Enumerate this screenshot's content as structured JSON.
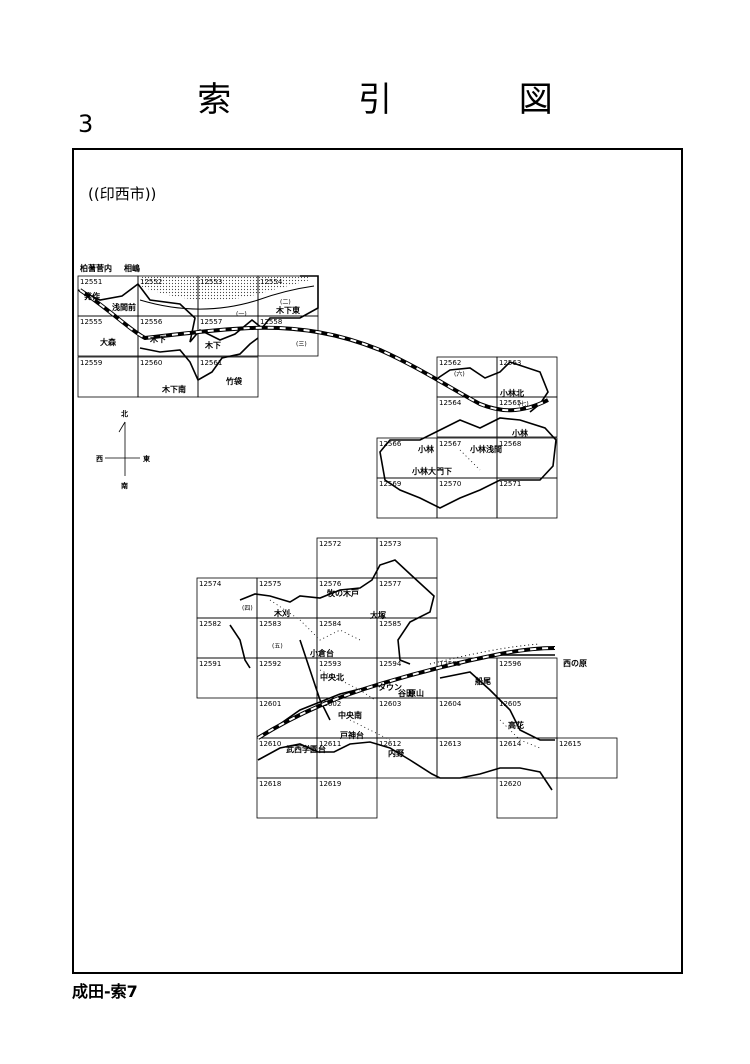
{
  "page": {
    "title": "索 引 図",
    "page_number": "3",
    "city": "((印西市))",
    "footer": "成田-索7"
  },
  "compass": {
    "north": "北",
    "south": "南",
    "east": "東",
    "west": "西"
  },
  "top_labels": [
    {
      "id": "t1",
      "text": "柏蓍菅内"
    },
    {
      "id": "t2",
      "text": "相嶋"
    }
  ],
  "grid_cells": [
    {
      "id": "12551"
    },
    {
      "id": "12552"
    },
    {
      "id": "12553"
    },
    {
      "id": "12554"
    },
    {
      "id": "12555"
    },
    {
      "id": "12556"
    },
    {
      "id": "12557"
    },
    {
      "id": "12558"
    },
    {
      "id": "12559"
    },
    {
      "id": "12560"
    },
    {
      "id": "12561"
    },
    {
      "id": "12562"
    },
    {
      "id": "12563"
    },
    {
      "id": "12564"
    },
    {
      "id": "12565"
    },
    {
      "id": "12566"
    },
    {
      "id": "12567"
    },
    {
      "id": "12568"
    },
    {
      "id": "12569"
    },
    {
      "id": "12570"
    },
    {
      "id": "12571"
    },
    {
      "id": "12572"
    },
    {
      "id": "12573"
    },
    {
      "id": "12574"
    },
    {
      "id": "12575"
    },
    {
      "id": "12576"
    },
    {
      "id": "12577"
    },
    {
      "id": "12582"
    },
    {
      "id": "12583"
    },
    {
      "id": "12584"
    },
    {
      "id": "12585"
    },
    {
      "id": "12591"
    },
    {
      "id": "12592"
    },
    {
      "id": "12593"
    },
    {
      "id": "12594"
    },
    {
      "id": "12595"
    },
    {
      "id": "12596"
    },
    {
      "id": "12601"
    },
    {
      "id": "12602"
    },
    {
      "id": "12603"
    },
    {
      "id": "12604"
    },
    {
      "id": "12605"
    },
    {
      "id": "12610"
    },
    {
      "id": "12611"
    },
    {
      "id": "12612"
    },
    {
      "id": "12613"
    },
    {
      "id": "12614"
    },
    {
      "id": "12615"
    },
    {
      "id": "12618"
    },
    {
      "id": "12619"
    },
    {
      "id": "12620"
    }
  ],
  "place_names": [
    "発作",
    "浅間前",
    "木下東",
    "大森",
    "木下",
    "木下",
    "木下南",
    "竹袋",
    "小林北",
    "小林",
    "小林浅間",
    "小林",
    "小林大門下",
    "牧の木戸",
    "木刈",
    "大塚",
    "小倉台",
    "中央北",
    "中央南",
    "戸神台",
    "原山",
    "船尾",
    "高花",
    "武西学園台",
    "内野",
    "西の原",
    "タウン",
    "谷田"
  ],
  "sub_labels": [
    "(一)",
    "(二)",
    "(三)",
    "(四)",
    "(五)",
    "(六)",
    "(七)"
  ]
}
